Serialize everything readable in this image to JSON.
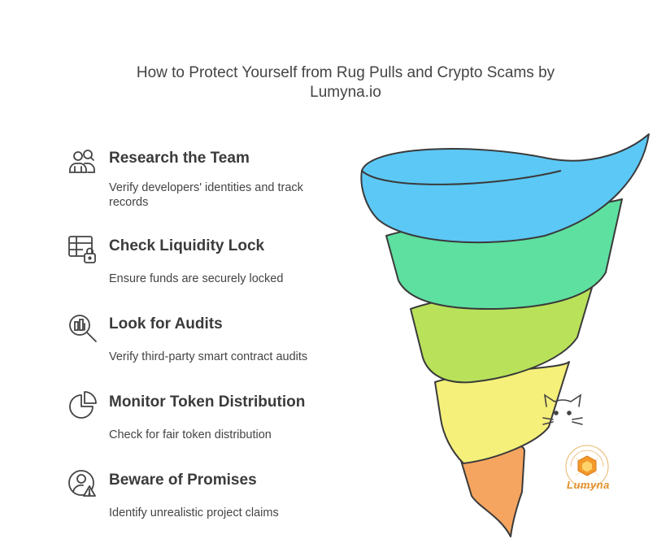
{
  "title": "How to Protect Yourself from Rug Pulls and Crypto Scams by Lumyna.io",
  "items": [
    {
      "heading": "Research the Team",
      "desc": "Verify developers' identities and track records",
      "icon": "team-research-icon"
    },
    {
      "heading": "Check Liquidity Lock",
      "desc": "Ensure funds are securely locked",
      "icon": "liquidity-lock-icon"
    },
    {
      "heading": "Look for Audits",
      "desc": "Verify third-party smart contract audits",
      "icon": "audit-search-icon"
    },
    {
      "heading": "Monitor Token Distribution",
      "desc": "Check for fair token distribution",
      "icon": "pie-chart-icon"
    },
    {
      "heading": "Beware of Promises",
      "desc": "Identify unrealistic project claims",
      "icon": "warning-person-icon"
    }
  ],
  "logo": {
    "text": "Lumyna"
  },
  "colors": {
    "band1": "#5cc8f5",
    "band2": "#5ee0a0",
    "band3": "#b9e25a",
    "band4": "#f5f07a",
    "band5": "#f5a560",
    "outline": "#3a3a3a",
    "logo": "#e0912a"
  }
}
